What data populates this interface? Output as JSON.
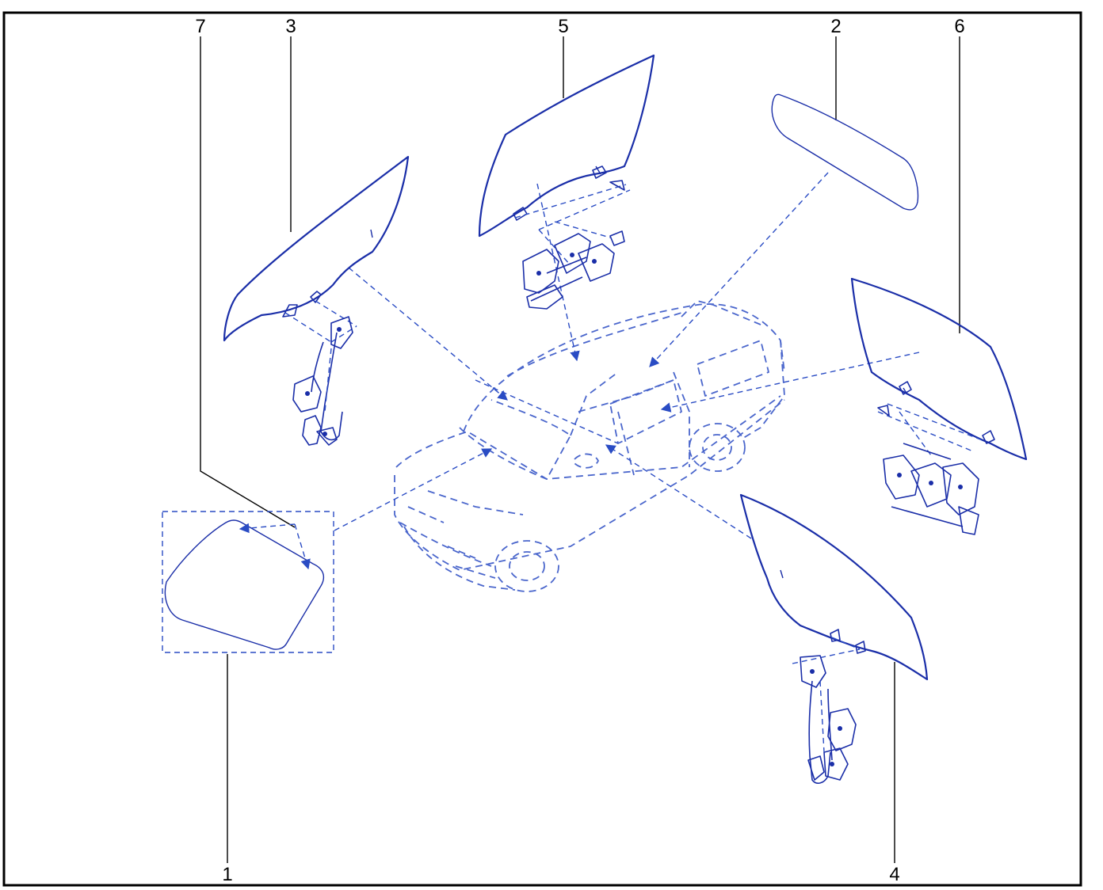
{
  "diagram": {
    "callouts": [
      {
        "id": "1",
        "label": "1"
      },
      {
        "id": "2",
        "label": "2"
      },
      {
        "id": "3",
        "label": "3"
      },
      {
        "id": "4",
        "label": "4"
      },
      {
        "id": "5",
        "label": "5"
      },
      {
        "id": "6",
        "label": "6"
      },
      {
        "id": "7",
        "label": "7"
      }
    ],
    "colors": {
      "line_art": "#1a2ea8",
      "dashed": "#2a4cc4",
      "frame": "#000000"
    }
  }
}
